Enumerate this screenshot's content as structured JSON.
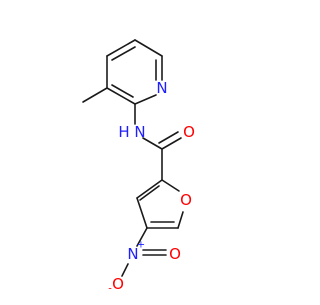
{
  "molecule": {
    "colors": {
      "bond": "#1a1a1a",
      "nitrogen": "#2020ff",
      "oxygen": "#ff0000",
      "carbon": "#1a1a1a"
    },
    "atoms": {
      "pyridine_n": {
        "symbol": "N",
        "element": "nitrogen"
      },
      "amide_n": {
        "symbol": "N",
        "element": "nitrogen",
        "hydrogen": "H"
      },
      "carbonyl_o": {
        "symbol": "O",
        "element": "oxygen"
      },
      "furan_o": {
        "symbol": "O",
        "element": "oxygen"
      },
      "nitro_n": {
        "symbol": "N",
        "element": "nitrogen",
        "charge": "+"
      },
      "nitro_o_double": {
        "symbol": "O",
        "element": "oxygen"
      },
      "nitro_o_single": {
        "symbol": "O",
        "element": "oxygen",
        "charge": "-"
      }
    }
  }
}
